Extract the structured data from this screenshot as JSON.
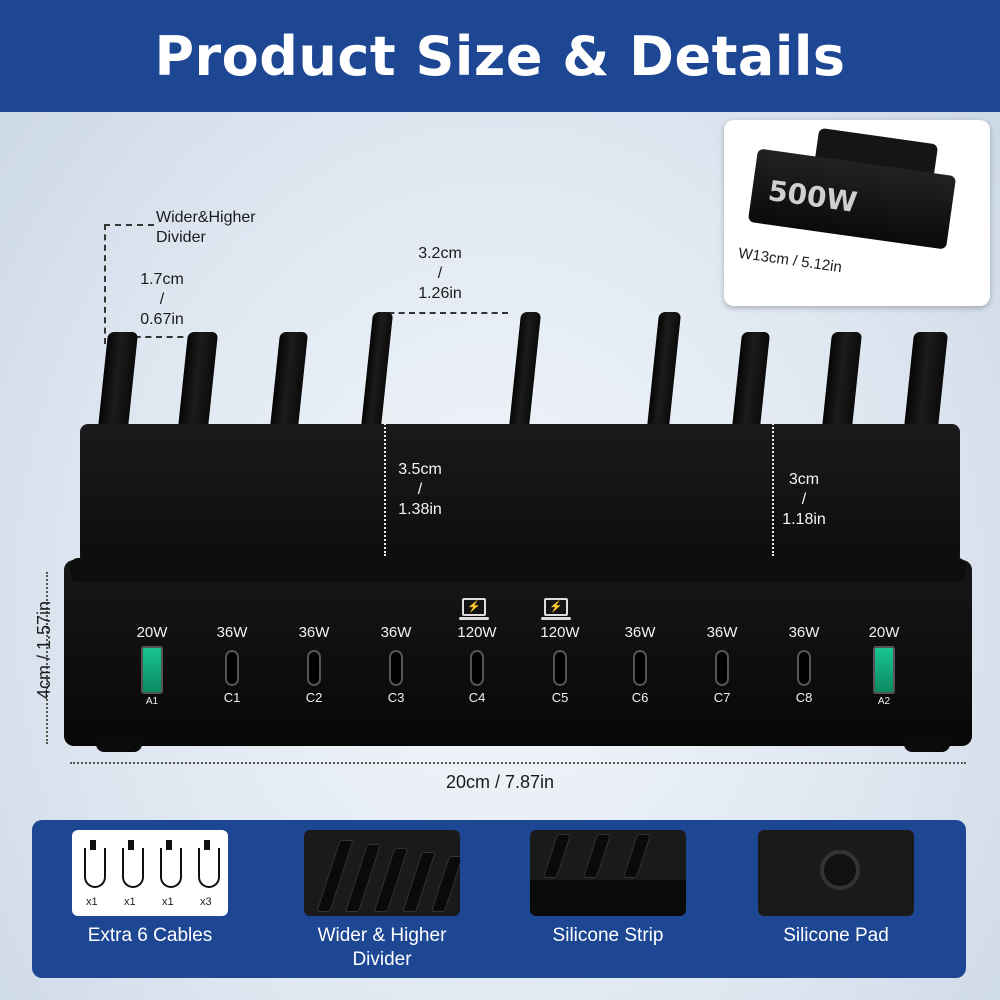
{
  "banner": {
    "title": "Product Size & Details"
  },
  "dimensions": {
    "divider_label_1": "Wider&Higher",
    "divider_label_2": "Divider",
    "divider_width_cm": "1.7cm",
    "divider_width_sep": "/",
    "divider_width_in": "0.67in",
    "slot_gap_cm": "3.2cm",
    "slot_gap_sep": "/",
    "slot_gap_in": "1.26in",
    "divider_height_cm": "3.5cm",
    "divider_height_sep": "/",
    "divider_height_in": "1.38in",
    "rear_height_cm": "3cm",
    "rear_height_sep": "/",
    "rear_height_in": "1.18in",
    "base_height": "4cm / 1.57in",
    "length": "20cm / 7.87in"
  },
  "inset": {
    "power_label": "500W",
    "width": "W13cm / 5.12in"
  },
  "ports": [
    {
      "watt": "20W",
      "name": "A1",
      "kind": "A"
    },
    {
      "watt": "36W",
      "name": "C1",
      "kind": "C"
    },
    {
      "watt": "36W",
      "name": "C2",
      "kind": "C"
    },
    {
      "watt": "36W",
      "name": "C3",
      "kind": "C"
    },
    {
      "watt": "120W",
      "name": "C4",
      "kind": "C"
    },
    {
      "watt": "120W",
      "name": "C5",
      "kind": "C"
    },
    {
      "watt": "36W",
      "name": "C6",
      "kind": "C"
    },
    {
      "watt": "36W",
      "name": "C7",
      "kind": "C"
    },
    {
      "watt": "36W",
      "name": "C8",
      "kind": "C"
    },
    {
      "watt": "20W",
      "name": "A2",
      "kind": "A"
    }
  ],
  "features": {
    "cables": {
      "caption": "Extra 6 Cables",
      "counts": [
        "x1",
        "x1",
        "x1",
        "x3"
      ]
    },
    "divider": {
      "caption_line1": "Wider & Higher",
      "caption_line2": "Divider"
    },
    "strip": {
      "caption": "Silicone Strip"
    },
    "pad": {
      "caption": "Silicone Pad"
    }
  },
  "colors": {
    "brand_blue": "#1d4693",
    "port_green": "#18c48f",
    "device_black": "#0d0d0d"
  }
}
